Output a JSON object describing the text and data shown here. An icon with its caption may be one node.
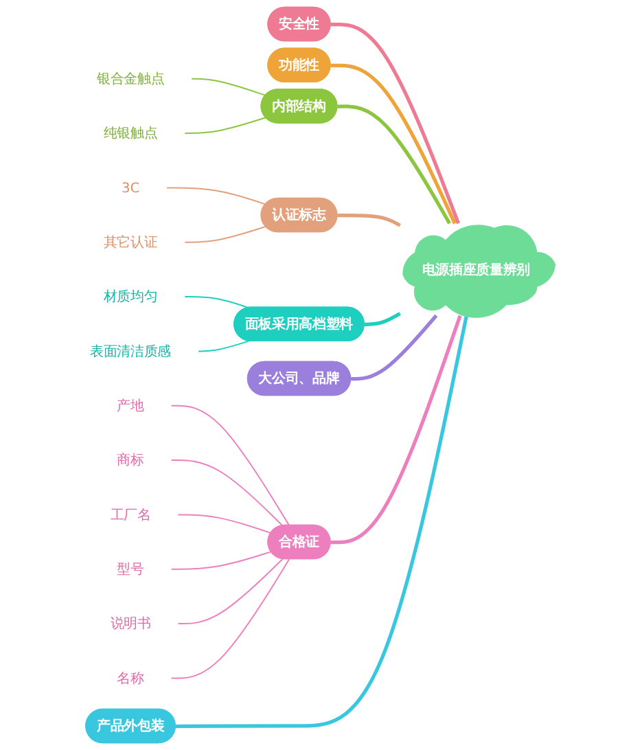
{
  "diagram": {
    "nodes": [
      {
        "text": [
          "电源插座质量辨别"
        ]
      },
      {
        "text": [
          "安全性"
        ]
      },
      {
        "text": [
          "功能性"
        ]
      },
      {
        "text": [
          "内部结构"
        ]
      },
      {
        "text": [
          "银合金触点"
        ]
      },
      {
        "text": [
          "纯银触点"
        ]
      },
      {
        "text": [
          "认证标志"
        ]
      },
      {
        "text": [
          "3C"
        ]
      },
      {
        "text": [
          "其它认证"
        ]
      },
      {
        "text": [
          "面板采用高档塑料"
        ]
      },
      {
        "text": [
          "材质均匀"
        ]
      },
      {
        "text": [
          "表面清洁质感"
        ]
      },
      {
        "text": [
          "大公司、品牌"
        ]
      },
      {
        "text": [
          "合格证"
        ]
      },
      {
        "text": [
          "产地"
        ]
      },
      {
        "text": [
          "商标"
        ]
      },
      {
        "text": [
          "工厂名"
        ]
      },
      {
        "text": [
          "型号"
        ]
      },
      {
        "text": [
          "说明书"
        ]
      },
      {
        "text": [
          "名称"
        ]
      },
      {
        "text": [
          "产品外包装"
        ]
      }
    ],
    "edges": [
      {
        "from": 0,
        "to": 1,
        "arrow": "none",
        "style": "thick",
        "color": "#ef7a93"
      },
      {
        "from": 0,
        "to": 2,
        "arrow": "none",
        "style": "thick",
        "color": "#efa43a"
      },
      {
        "from": 0,
        "to": 3,
        "arrow": "none",
        "style": "thick",
        "color": "#8cc63f"
      },
      {
        "from": 3,
        "to": 4,
        "arrow": "none",
        "color": "#8cc63f"
      },
      {
        "from": 3,
        "to": 5,
        "arrow": "none",
        "color": "#8cc63f"
      },
      {
        "from": 0,
        "to": 6,
        "arrow": "none",
        "style": "thick",
        "color": "#e2a07c"
      },
      {
        "from": 6,
        "to": 7,
        "arrow": "none",
        "color": "#e2a07c"
      },
      {
        "from": 6,
        "to": 8,
        "arrow": "none",
        "color": "#e2a07c"
      },
      {
        "from": 0,
        "to": 9,
        "arrow": "none",
        "style": "thick",
        "color": "#1ecfc0"
      },
      {
        "from": 9,
        "to": 10,
        "arrow": "none",
        "color": "#1ecfc0"
      },
      {
        "from": 9,
        "to": 11,
        "arrow": "none",
        "color": "#1ecfc0"
      },
      {
        "from": 0,
        "to": 12,
        "arrow": "none",
        "style": "thick",
        "color": "#9b7fdc"
      },
      {
        "from": 0,
        "to": 13,
        "arrow": "none",
        "style": "thick",
        "color": "#ee7fbf"
      },
      {
        "from": 13,
        "to": 14,
        "arrow": "none",
        "color": "#ee7fbf"
      },
      {
        "from": 13,
        "to": 15,
        "arrow": "none",
        "color": "#ee7fbf"
      },
      {
        "from": 13,
        "to": 16,
        "arrow": "none",
        "color": "#ee7fbf"
      },
      {
        "from": 13,
        "to": 17,
        "arrow": "none",
        "color": "#ee7fbf"
      },
      {
        "from": 13,
        "to": 18,
        "arrow": "none",
        "color": "#ee7fbf"
      },
      {
        "from": 13,
        "to": 19,
        "arrow": "none",
        "color": "#ee7fbf"
      },
      {
        "from": 0,
        "to": 20,
        "arrow": "none",
        "style": "thick",
        "color": "#38c7df"
      }
    ]
  }
}
